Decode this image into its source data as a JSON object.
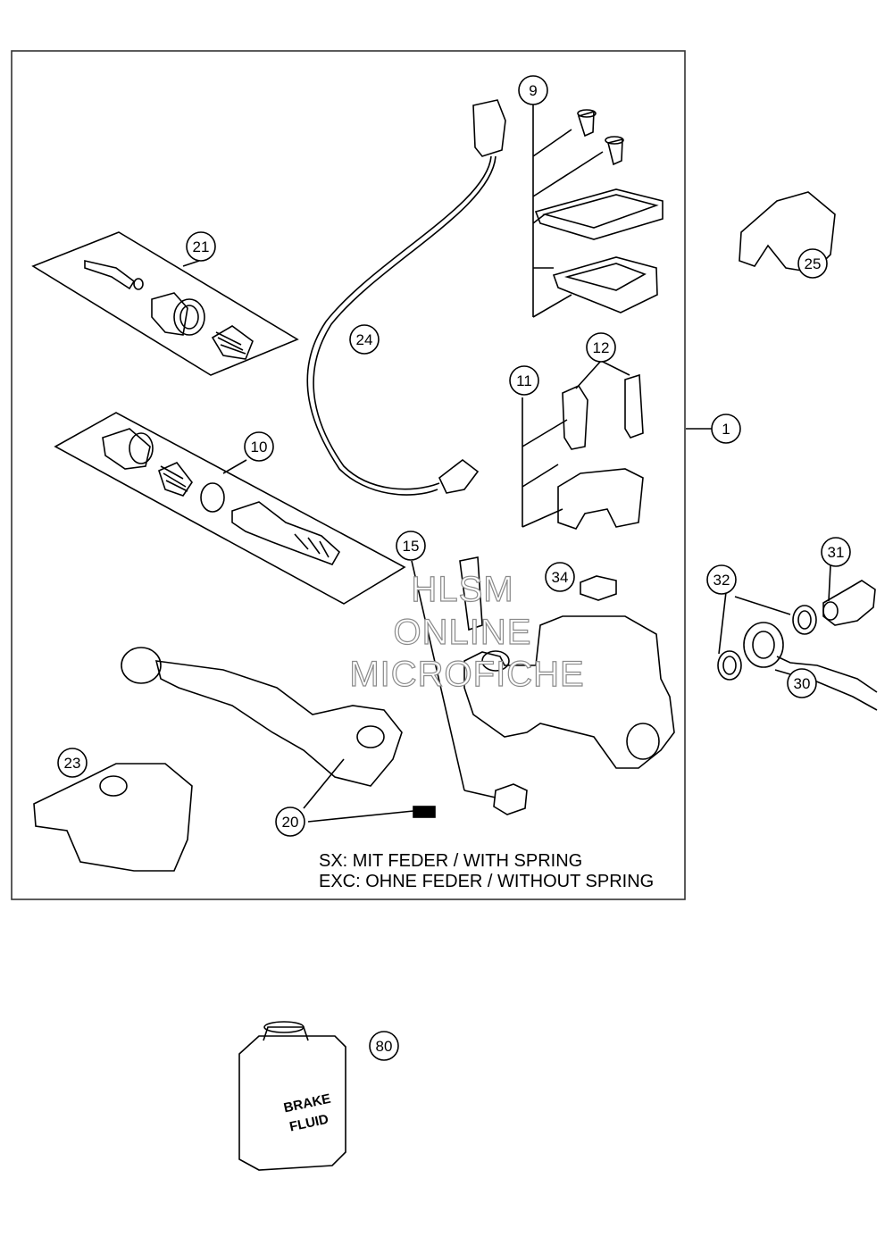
{
  "callouts": [
    "1",
    "9",
    "10",
    "11",
    "12",
    "15",
    "20",
    "21",
    "23",
    "24",
    "25",
    "30",
    "31",
    "32",
    "34",
    "80"
  ],
  "notes": {
    "line1": "SX: MIT FEDER / WITH SPRING",
    "line2": "EXC: OHNE FEDER / WITHOUT SPRING"
  },
  "watermark": {
    "line1": "HLSM",
    "line2": "ONLINE",
    "line3": "MICROFICHE"
  },
  "bottle_label": {
    "line1": "BRAKE",
    "line2": "FLUID"
  },
  "colors": {
    "line": "#000000",
    "panel_border": "#333333",
    "watermark_outline": "#8a8a8a"
  }
}
